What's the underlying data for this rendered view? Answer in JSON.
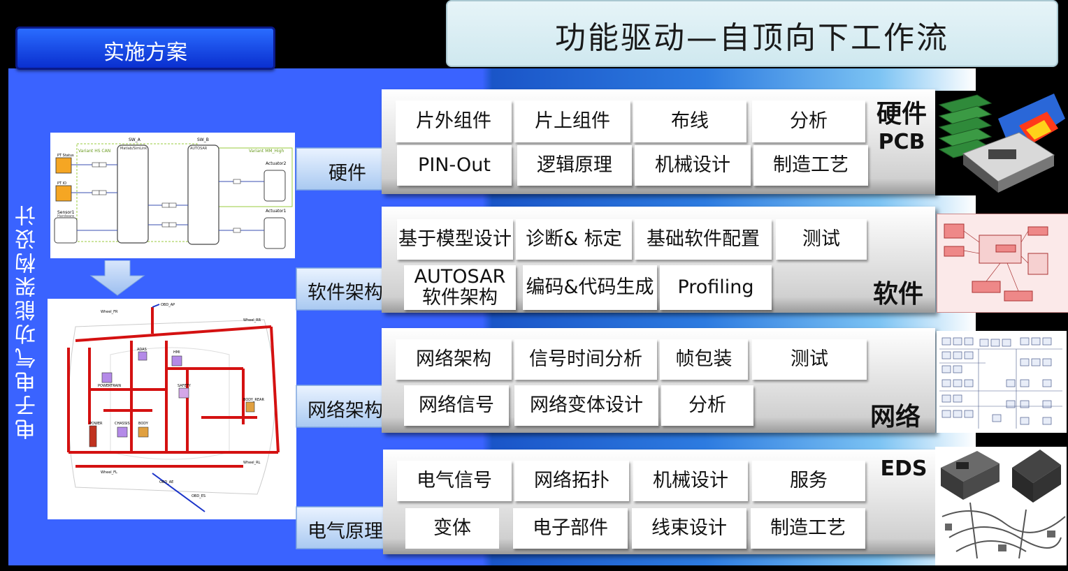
{
  "title": "功能驱动—自顶向下工作流",
  "tab": "实施方案",
  "vertical_label": "电子电气功能架构设计",
  "sections": [
    {
      "arrow_label": "硬件",
      "side_label": "硬件",
      "side_label_2": "PCB",
      "row1": [
        "片外组件",
        "片上组件",
        "布线",
        "分析"
      ],
      "row2": [
        "PIN-Out",
        "逻辑原理",
        "机械设计",
        "制造工艺"
      ]
    },
    {
      "arrow_label": "软件架构",
      "side_label": "软件",
      "row1": [
        "基于模型设计",
        "诊断& 标定",
        "基础软件配置",
        "测试"
      ],
      "row2_a": "AUTOSAR",
      "row2_b": "软件架构",
      "row2": [
        "编码&代码生成",
        "Profiling"
      ]
    },
    {
      "arrow_label": "网络架构",
      "side_label": "网络",
      "row1": [
        "网络架构",
        "信号时间分析",
        "帧包装",
        "测试"
      ],
      "row2": [
        "网络信号",
        "网络变体设计",
        "分析"
      ]
    },
    {
      "arrow_label": "电气原理",
      "side_label": "EDS",
      "row1": [
        "电气信号",
        "网络拓扑",
        "机械设计",
        "服务"
      ],
      "row2": [
        "变体",
        "电子部件",
        "线束设计",
        "制造工艺"
      ]
    }
  ],
  "diagram_top": {
    "variant_left": "Variant HS CAN",
    "variant_right": "Variant MM_High",
    "sw_a": "SW_A",
    "sw_a_sub": "Matlab/SimLink",
    "sw_b": "SW_B",
    "autosar": "AUTOSAR",
    "actuator2": "Actuator2",
    "actuator1": "Actuator1",
    "sensor1": "Sensor1",
    "hardware": "Hardware",
    "pt_status": "PT Status",
    "pt_io": "PT IO"
  },
  "diagram_bottom": {
    "adas": "ADAS",
    "hmi": "HMI",
    "powertrain": "POWERTRAIN",
    "safety": "SAFETY",
    "chassis": "CHASSIS",
    "body": "BODY",
    "power": "POWER",
    "body_rear": "BODY_REAR",
    "wheel_fr": "Wheel_FR",
    "wheel_rr": "Wheel_RR",
    "wheel_fl": "Wheel_FL",
    "wheel_rl": "Wheel_RL",
    "obd_ap": "OBD_AP",
    "obd_ae": "OBD_AE",
    "obd_es": "OBD_ES"
  }
}
